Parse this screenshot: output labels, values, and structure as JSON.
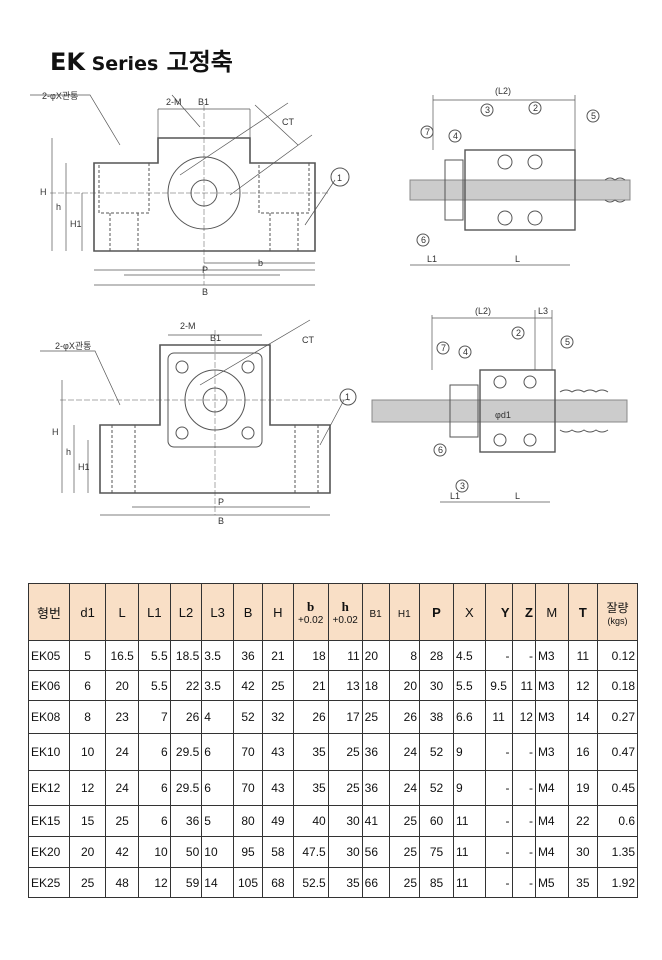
{
  "title": {
    "main": "EK",
    "series": " Series",
    "korean": " 고정축"
  },
  "drawings": {
    "top_left": {
      "hole_note": "2-φX관통",
      "m": "2-M",
      "b1": "B1",
      "ct": "CT",
      "h_big": "H",
      "h": "h",
      "h1": "H1",
      "b": "b",
      "p": "P",
      "b_width": "B",
      "part": "1"
    },
    "top_right": {
      "l2": "(L2)",
      "l1": "L1",
      "l": "L",
      "parts": [
        "7",
        "4",
        "3",
        "2",
        "5",
        "6"
      ]
    },
    "bottom_left": {
      "hole_note": "2-φX관통",
      "m": "2-M",
      "b1": "B1",
      "ct": "CT",
      "h_big": "H",
      "h": "h",
      "h1": "H1",
      "p": "P",
      "b_width": "B",
      "part": "1"
    },
    "bottom_right": {
      "l2": "(L2)",
      "l3": "L3",
      "d1": "φd1",
      "l1": "L1",
      "l": "L",
      "parts": [
        "7",
        "4",
        "2",
        "5",
        "6",
        "3"
      ]
    }
  },
  "table": {
    "headers": {
      "model": "형번",
      "d1": "d1",
      "L": "L",
      "L1": "L1",
      "L2": "L2",
      "L3": "L3",
      "B": "B",
      "H": "H",
      "b": "b",
      "b_tol": "+0.02",
      "h": "h",
      "h_tol": "+0.02",
      "B1": "B1",
      "H1": "H1",
      "P": "P",
      "X": "X",
      "Y": "Y",
      "Z": "Z",
      "M": "M",
      "T": "T",
      "weight": "잘량",
      "weight_unit": "(kgs)"
    },
    "rows": [
      [
        "EK05",
        "5",
        "16.5",
        "5.5",
        "18.5",
        "3.5",
        "36",
        "21",
        "18",
        "11",
        "20",
        "8",
        "28",
        "4.5",
        "-",
        "-",
        "M3",
        "11",
        "0.12"
      ],
      [
        "EK06",
        "6",
        "20",
        "5.5",
        "22",
        "3.5",
        "42",
        "25",
        "21",
        "13",
        "18",
        "20",
        "30",
        "5.5",
        "9.5",
        "11",
        "M3",
        "12",
        "0.18"
      ],
      [
        "EK08",
        "8",
        "23",
        "7",
        "26",
        "4",
        "52",
        "32",
        "26",
        "17",
        "25",
        "26",
        "38",
        "6.6",
        "11",
        "12",
        "M3",
        "14",
        "0.27"
      ],
      [
        "EK10",
        "10",
        "24",
        "6",
        "29.5",
        "6",
        "70",
        "43",
        "35",
        "25",
        "36",
        "24",
        "52",
        "9",
        "-",
        "-",
        "M3",
        "16",
        "0.47"
      ],
      [
        "EK12",
        "12",
        "24",
        "6",
        "29.5",
        "6",
        "70",
        "43",
        "35",
        "25",
        "36",
        "24",
        "52",
        "9",
        "-",
        "-",
        "M4",
        "19",
        "0.45"
      ],
      [
        "EK15",
        "15",
        "25",
        "6",
        "36",
        "5",
        "80",
        "49",
        "40",
        "30",
        "41",
        "25",
        "60",
        "11",
        "-",
        "-",
        "M4",
        "22",
        "0.6"
      ],
      [
        "EK20",
        "20",
        "42",
        "10",
        "50",
        "10",
        "95",
        "58",
        "47.5",
        "30",
        "56",
        "25",
        "75",
        "11",
        "-",
        "-",
        "M4",
        "30",
        "1.35"
      ],
      [
        "EK25",
        "25",
        "48",
        "12",
        "59",
        "14",
        "105",
        "68",
        "52.5",
        "35",
        "66",
        "25",
        "85",
        "11",
        "-",
        "-",
        "M5",
        "35",
        "1.92"
      ]
    ]
  }
}
